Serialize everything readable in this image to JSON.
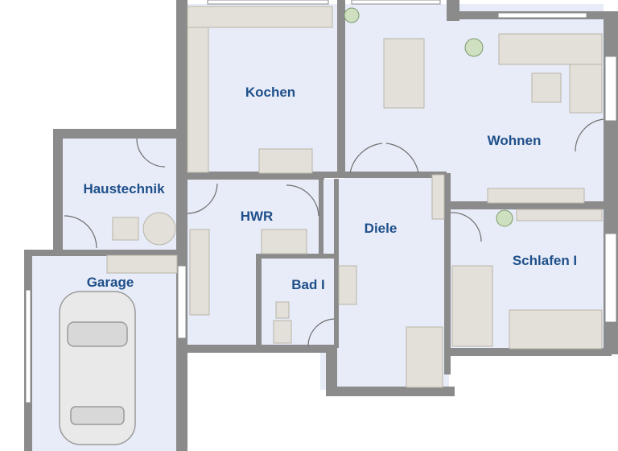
{
  "rooms": {
    "kochen": "Kochen",
    "wohnen": "Wohnen",
    "haustechnik": "Haustechnik",
    "hwr": "HWR",
    "diele": "Diele",
    "garage": "Garage",
    "bad": "Bad I",
    "schlafen": "Schlafen I"
  },
  "colors": {
    "floor": "#e7ecf8",
    "wall": "#8b8b8b",
    "furniture": "#e3e0d9",
    "label": "#1f4f8a"
  }
}
